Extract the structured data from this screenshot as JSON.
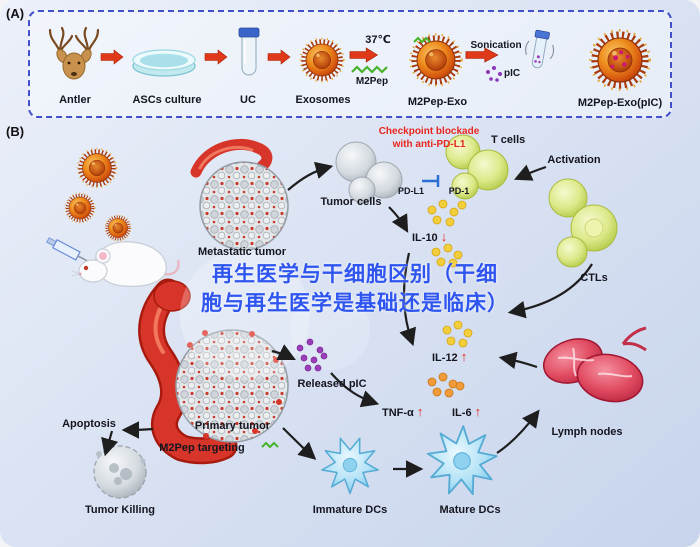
{
  "figure": {
    "panelA": {
      "label": "(A)",
      "steps": {
        "antler": "Antler",
        "ascs": "ASCs culture",
        "uc": "UC",
        "exosomes": "Exosomes",
        "m2pep_exo": "M2Pep-Exo",
        "m2pep_exo_pic": "M2Pep-Exo(pIC)"
      },
      "annotations": {
        "temperature": "37℃",
        "m2pep": "M2Pep",
        "sonication": "Sonication",
        "pic": "pIC"
      }
    },
    "panelB": {
      "label": "(B)",
      "checkpoint_line1": "Checkpoint blockade",
      "checkpoint_line2": "with anti-PD-L1",
      "t_cells": "T cells",
      "activation": "Activation",
      "tumor_cells": "Tumor cells",
      "pd_l1": "PD-L1",
      "pd_1": "PD-1",
      "metastatic_tumor": "Metastatic tumor",
      "il10": "IL-10",
      "il10_dir": "↓",
      "ctls": "CTLs",
      "il12": "IL-12",
      "il12_dir": "↑",
      "released_pic": "Released pIC",
      "tnf_alpha": "TNF-α",
      "tnf_dir": "↑",
      "il6": "IL-6",
      "il6_dir": "↑",
      "apoptosis": "Apoptosis",
      "primary_tumor": "Primary tumor",
      "m2pep_targeting": "M2Pep targeting",
      "lymph_nodes": "Lymph nodes",
      "tumor_killing": "Tumor Killing",
      "immature_dcs": "Immature DCs",
      "mature_dcs": "Mature DCs",
      "watermark_line1": "再生医学与干细胞区别（干细",
      "watermark_line2": "胞与再生医学是基础还是临床）"
    },
    "colors": {
      "accent_red": "#e8261d",
      "watermark_blue": "#2f55f0",
      "panel_border_blue": "#4350cc"
    }
  }
}
